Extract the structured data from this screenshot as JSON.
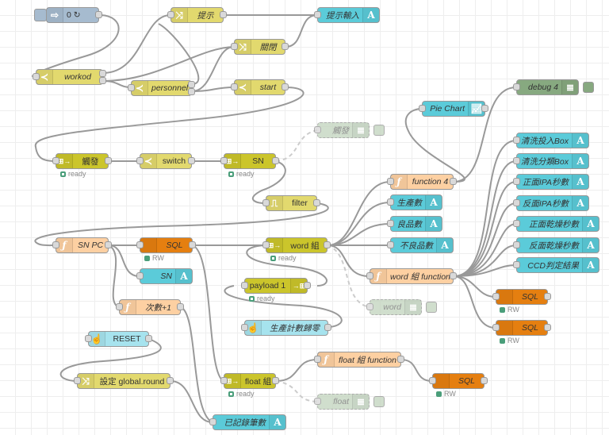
{
  "canvas": {
    "grid": true
  },
  "nodes": {
    "inject": {
      "label": "0 ↻",
      "type": "inject",
      "icon": "arrow-right-icon"
    },
    "workod": {
      "label": "workod",
      "type": "switch",
      "icon": "switch-icon"
    },
    "personnel": {
      "label": "personnel",
      "type": "switch",
      "icon": "switch-icon"
    },
    "start": {
      "label": "start",
      "type": "switch",
      "icon": "switch-icon"
    },
    "hint": {
      "label": "提示",
      "type": "change",
      "icon": "shuffle-icon"
    },
    "close": {
      "label": "關閉",
      "type": "change",
      "icon": "shuffle-icon"
    },
    "hint_input": {
      "label": "提示輸入",
      "type": "ui_text",
      "icon": "text-A-icon"
    },
    "trigger": {
      "label": "觸發",
      "type": "s7 in",
      "icon": "plc-in-icon",
      "status": "ready"
    },
    "switch": {
      "label": "switch",
      "type": "switch",
      "icon": "switch-icon"
    },
    "sn": {
      "label": "SN",
      "type": "s7 in",
      "icon": "plc-in-icon",
      "status": "ready"
    },
    "debug_trigger": {
      "label": "觸發",
      "type": "debug",
      "disabled": true
    },
    "filter": {
      "label": "filter",
      "type": "filter",
      "icon": "filter-icon"
    },
    "sn_pc": {
      "label": "SN PC",
      "type": "function",
      "icon": "function-icon"
    },
    "sql1": {
      "label": "SQL",
      "type": "sql",
      "status": "RW"
    },
    "sn_text": {
      "label": "SN",
      "type": "ui_text",
      "icon": "text-A-icon"
    },
    "count_plus": {
      "label": "次數+1",
      "type": "function",
      "icon": "function-icon"
    },
    "reset": {
      "label": "RESET",
      "type": "ui_button",
      "icon": "hand-pointer-icon"
    },
    "set_round": {
      "label": "設定 global.round",
      "type": "change",
      "icon": "shuffle-icon"
    },
    "word_group": {
      "label": "word 組",
      "type": "s7 in",
      "icon": "plc-in-icon",
      "status": "ready"
    },
    "payload1": {
      "label": "payload 1",
      "type": "s7 out",
      "icon": "plc-out-icon",
      "status": "ready"
    },
    "prod_reset": {
      "label": "生產計數歸零",
      "type": "ui_button",
      "icon": "hand-pointer-icon"
    },
    "float_group": {
      "label": "float 組",
      "type": "s7 in",
      "icon": "plc-in-icon",
      "status": "ready"
    },
    "recorded": {
      "label": "已記錄筆數",
      "type": "ui_text",
      "icon": "text-A-icon"
    },
    "pie_chart": {
      "label": "Pie Chart",
      "type": "ui_chart",
      "icon": "chart-icon"
    },
    "debug4": {
      "label": "debug 4",
      "type": "debug"
    },
    "function4": {
      "label": "function 4",
      "type": "function",
      "icon": "function-icon"
    },
    "production": {
      "label": "生產數",
      "type": "ui_text",
      "icon": "text-A-icon"
    },
    "good": {
      "label": "良品數",
      "type": "ui_text",
      "icon": "text-A-icon"
    },
    "bad": {
      "label": "不良品數",
      "type": "ui_text",
      "icon": "text-A-icon"
    },
    "word_func": {
      "label": "word 組 function",
      "type": "function",
      "icon": "function-icon"
    },
    "debug_word": {
      "label": "word",
      "type": "debug",
      "disabled": true
    },
    "wash_in": {
      "label": "清洗投入Box",
      "type": "ui_text",
      "icon": "text-A-icon"
    },
    "wash_sort": {
      "label": "清洗分類Box",
      "type": "ui_text",
      "icon": "text-A-icon"
    },
    "front_ipa": {
      "label": "正面IPA秒數",
      "type": "ui_text",
      "icon": "text-A-icon"
    },
    "back_ipa": {
      "label": "反面IPA秒數",
      "type": "ui_text",
      "icon": "text-A-icon"
    },
    "front_dry": {
      "label": "正面乾燥秒數",
      "type": "ui_text",
      "icon": "text-A-icon"
    },
    "back_dry": {
      "label": "反面乾燥秒數",
      "type": "ui_text",
      "icon": "text-A-icon"
    },
    "ccd": {
      "label": "CCD判定結果",
      "type": "ui_text",
      "icon": "text-A-icon"
    },
    "sql2": {
      "label": "SQL",
      "type": "sql",
      "status": "RW"
    },
    "sql3": {
      "label": "SQL",
      "type": "sql",
      "status": "RW"
    },
    "float_func": {
      "label": "float 組 function",
      "type": "function",
      "icon": "function-icon"
    },
    "sql4": {
      "label": "SQL",
      "type": "sql",
      "status": "RW"
    },
    "debug_float": {
      "label": "float",
      "type": "debug",
      "disabled": true
    }
  },
  "icons": {
    "text": "A",
    "function": "ƒ"
  }
}
